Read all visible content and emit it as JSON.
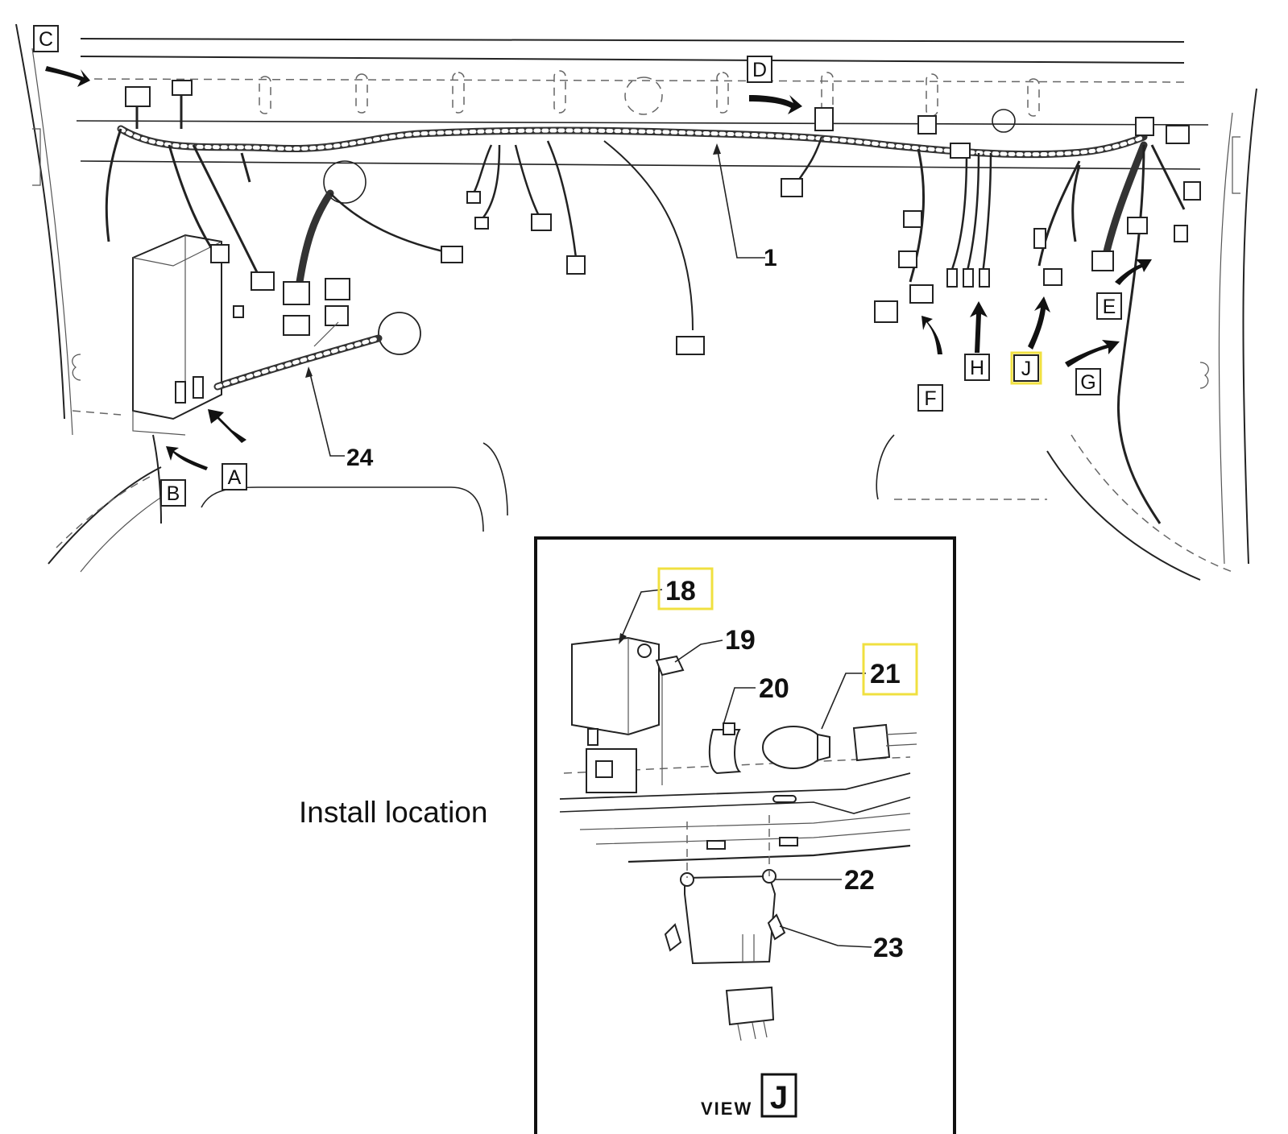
{
  "callouts": {
    "c1": "1",
    "c24": "24",
    "c18": "18",
    "c19": "19",
    "c20": "20",
    "c21": "21",
    "c22": "22",
    "c23": "23"
  },
  "letters": {
    "A": "A",
    "B": "B",
    "C": "C",
    "D": "D",
    "E": "E",
    "F": "F",
    "G": "G",
    "H": "H",
    "J": "J"
  },
  "annotation": "Install location",
  "inset": {
    "view_word": "VIEW",
    "view_letter": "J"
  },
  "colors": {
    "highlight": "#f0e040",
    "ink": "#111111"
  }
}
